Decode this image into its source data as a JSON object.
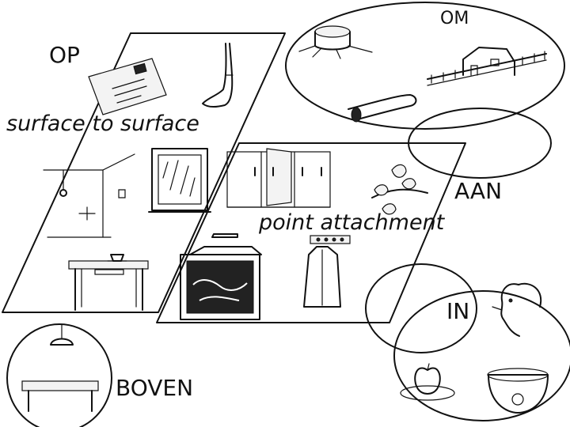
{
  "labels": {
    "op": "OP",
    "om": "OM",
    "aan": "AAN",
    "in": "IN",
    "boven": "BOVEN",
    "surface": "surface to surface",
    "point": "point attachment"
  },
  "colors": {
    "ink": "#111111",
    "background": "#ffffff"
  }
}
